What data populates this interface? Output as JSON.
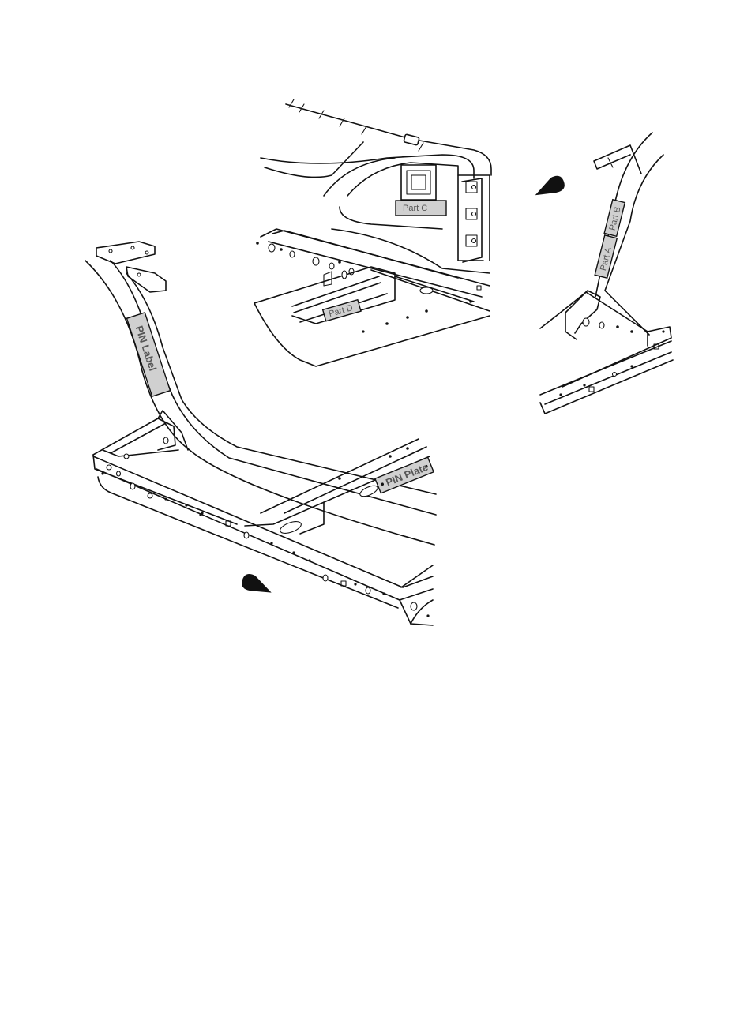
{
  "labels": {
    "part_a": "Part A",
    "part_b": "Part B",
    "part_c": "Part C",
    "part_d": "Part D",
    "pin_label": "PIN Label",
    "pin_plate": "PIN Plate"
  },
  "colors": {
    "line": "#111111",
    "label_fill": "#d0d0d0",
    "label_text": "#555555",
    "background": "#ffffff"
  },
  "icons": [
    "direction-arrow-icon",
    "direction-arrow-icon"
  ]
}
